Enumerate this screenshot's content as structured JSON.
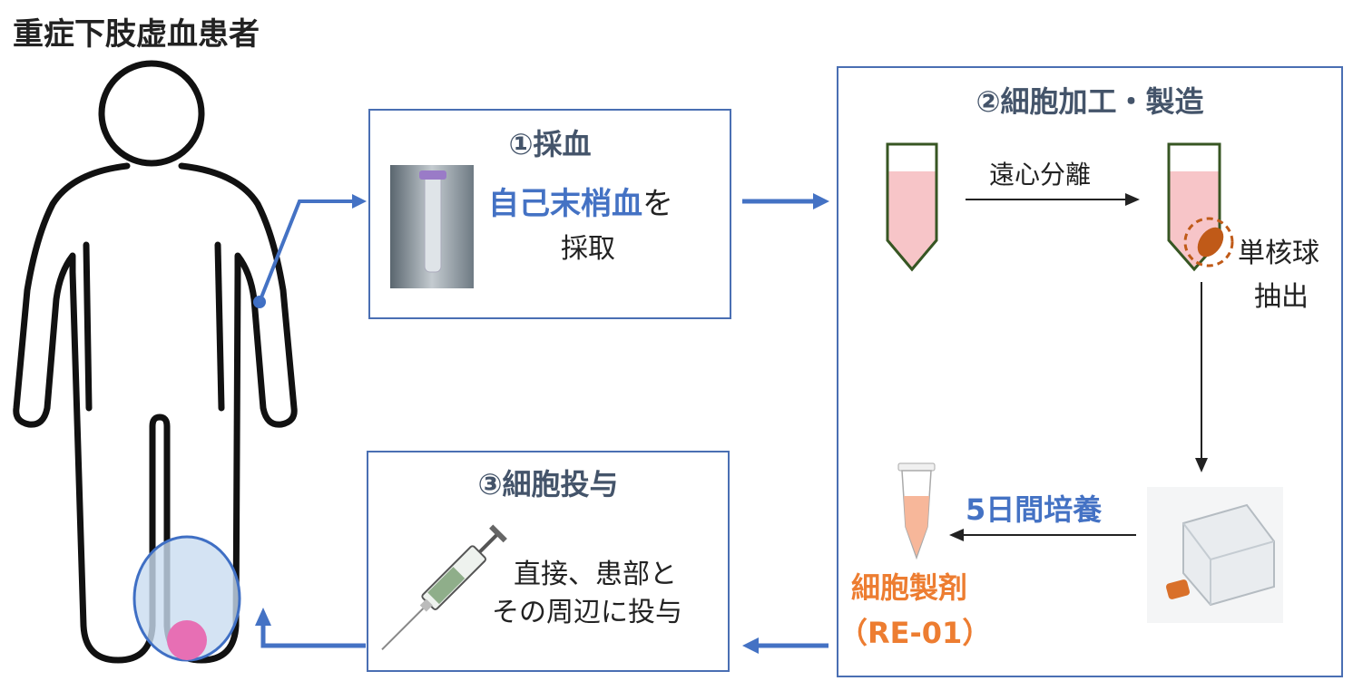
{
  "patient": {
    "title": "重症下肢虚血患者"
  },
  "step1": {
    "title": "①採血",
    "highlight": "自己末梢血",
    "suffix": "を",
    "line2": "採取"
  },
  "step2": {
    "title": "②細胞加工・製造",
    "centrifuge_label": "遠心分離",
    "extract_line1": "単核球",
    "extract_line2": "抽出",
    "culture_label": "5日間培養",
    "product_line1": "細胞製剤",
    "product_line2": "（RE-01）"
  },
  "step3": {
    "title": "③細胞投与",
    "line1": "直接、患部と",
    "line2": "その周辺に投与"
  },
  "colors": {
    "accent_blue": "#4472c4",
    "title_dark": "#44546a",
    "orange": "#ed7d31",
    "tube_fill": "#f7c5c8",
    "tube_border": "#375623",
    "leg_highlight": "#c9dcf0",
    "lesion": "#e76fb4"
  },
  "icons": [
    "blood-tube-icon",
    "centrifuge-tube-icon",
    "syringe-icon",
    "culture-flask-icon",
    "microtube-icon",
    "person-outline-icon"
  ]
}
